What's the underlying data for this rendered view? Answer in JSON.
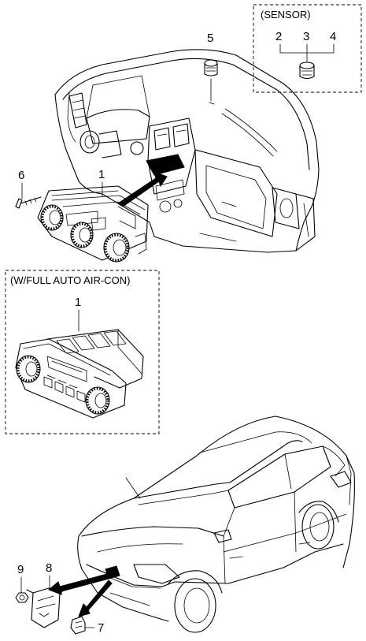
{
  "labels": {
    "sensor_box_title": "(SENSOR)",
    "auto_box_title": "(W/FULL AUTO AIR-CON)",
    "callout_1_top": "1",
    "callout_1_box": "1",
    "callout_2": "2",
    "callout_3": "3",
    "callout_4": "4",
    "callout_5": "5",
    "callout_6": "6",
    "callout_7": "7",
    "callout_8": "8",
    "callout_9": "9"
  }
}
